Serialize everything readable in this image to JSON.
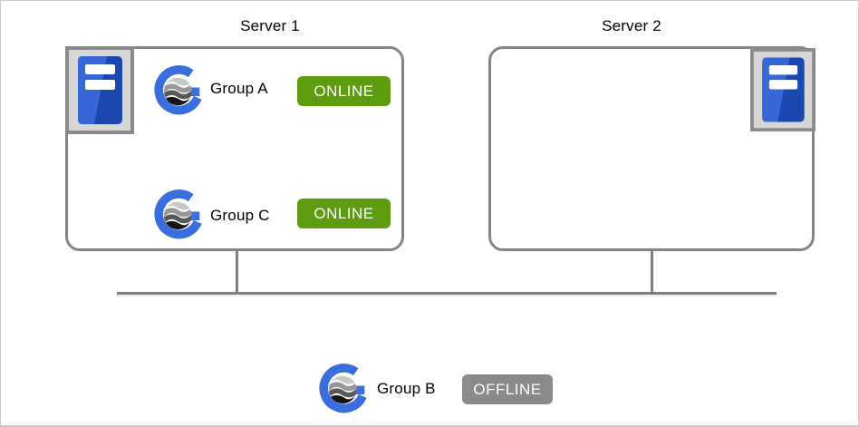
{
  "servers": [
    {
      "title": "Server 1",
      "groups": [
        {
          "name": "Group A",
          "status": "ONLINE"
        },
        {
          "name": "Group C",
          "status": "ONLINE"
        }
      ]
    },
    {
      "title": "Server 2",
      "groups": []
    }
  ],
  "unhosted_group": {
    "name": "Group B",
    "status": "OFFLINE"
  },
  "icons": {
    "server": "server-tower-icon",
    "group": "globe-g-icon"
  },
  "colors": {
    "online_badge": "#5d9c0e",
    "offline_badge": "#8a8a8a",
    "server_box_border": "#858585",
    "connector_line": "#808080",
    "group_icon_blue": "#3a6ede",
    "server_icon_blue_dark": "#1c47ae",
    "server_icon_blue_light": "#3767d6",
    "server_icon_frame_bg": "#d6d6d6",
    "server_icon_frame_border": "#8a8a8a",
    "canvas_border": "#cbcbcb"
  }
}
